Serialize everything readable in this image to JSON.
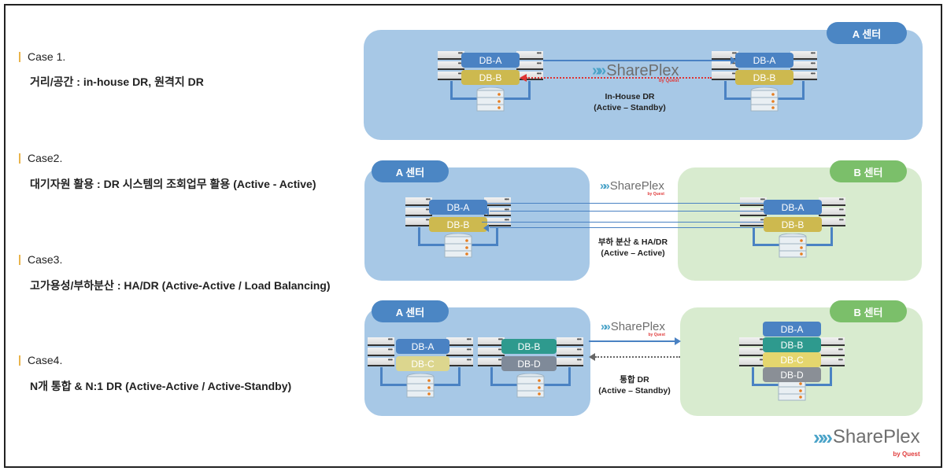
{
  "cases": [
    {
      "title": "Case 1.",
      "desc": "거리/공간 : in-house DR, 원격지 DR"
    },
    {
      "title": "Case2.",
      "desc": "대기자원 활용 : DR 시스템의 조회업무 활용 (Active - Active)"
    },
    {
      "title": "Case3.",
      "desc": "고가용성/부하분산 : HA/DR (Active-Active / Load Balancing)"
    },
    {
      "title": "Case4.",
      "desc": "N개 통합 & N:1 DR (Active-Active / Active-Standby)"
    }
  ],
  "centers": {
    "a": "A 센터",
    "b": "B 센터"
  },
  "databases": {
    "a": "DB-A",
    "b": "DB-B",
    "c": "DB-C",
    "d": "DB-D"
  },
  "diagram1": {
    "label_line1": "In-House DR",
    "label_line2": "(Active – Standby)"
  },
  "diagram2": {
    "label_line1": "부하 분산 & HA/DR",
    "label_line2": "(Active – Active)"
  },
  "diagram3": {
    "label_line1": "통합 DR",
    "label_line2": "(Active – Standby)"
  },
  "logo": {
    "name": "SharePlex",
    "by": "by Quest",
    "chevron": "»»"
  },
  "colors": {
    "center_a": "#a7c8e6",
    "center_b": "#d8ebcf",
    "pill_a": "#4b86c4",
    "pill_b": "#7bbf6a",
    "db_a": "#4a82c3",
    "db_b_yellow": "#cdb94f",
    "db_b_teal": "#2e9a8e",
    "db_c": "#e5d66e",
    "db_d": "#8a8f96",
    "accent_bar": "#e9b44c"
  }
}
